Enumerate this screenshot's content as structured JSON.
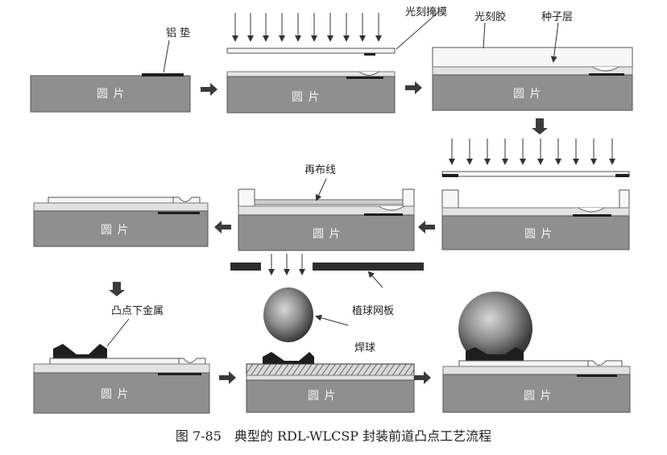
{
  "colors": {
    "wafer": "#8f8f8f",
    "wafer_dark": "#7a7a7a",
    "layer_light": "#e6e6e6",
    "pad_metal": "#1e1e1e",
    "arrow": "#3a3a3a",
    "line": "#333333"
  },
  "wafer_label": "圆 片",
  "labels": {
    "al_pad": "铝 垫",
    "photomask": "光刻掩模",
    "photoresist": "光刻胶",
    "seed_layer": "种子层",
    "rdl": "再布线",
    "ubm": "凸点下金属",
    "stencil": "植球网板",
    "solder_ball": "焊球"
  },
  "caption": "图 7-85　典型的 RDL-WLCSP 封装前道凸点工艺流程"
}
